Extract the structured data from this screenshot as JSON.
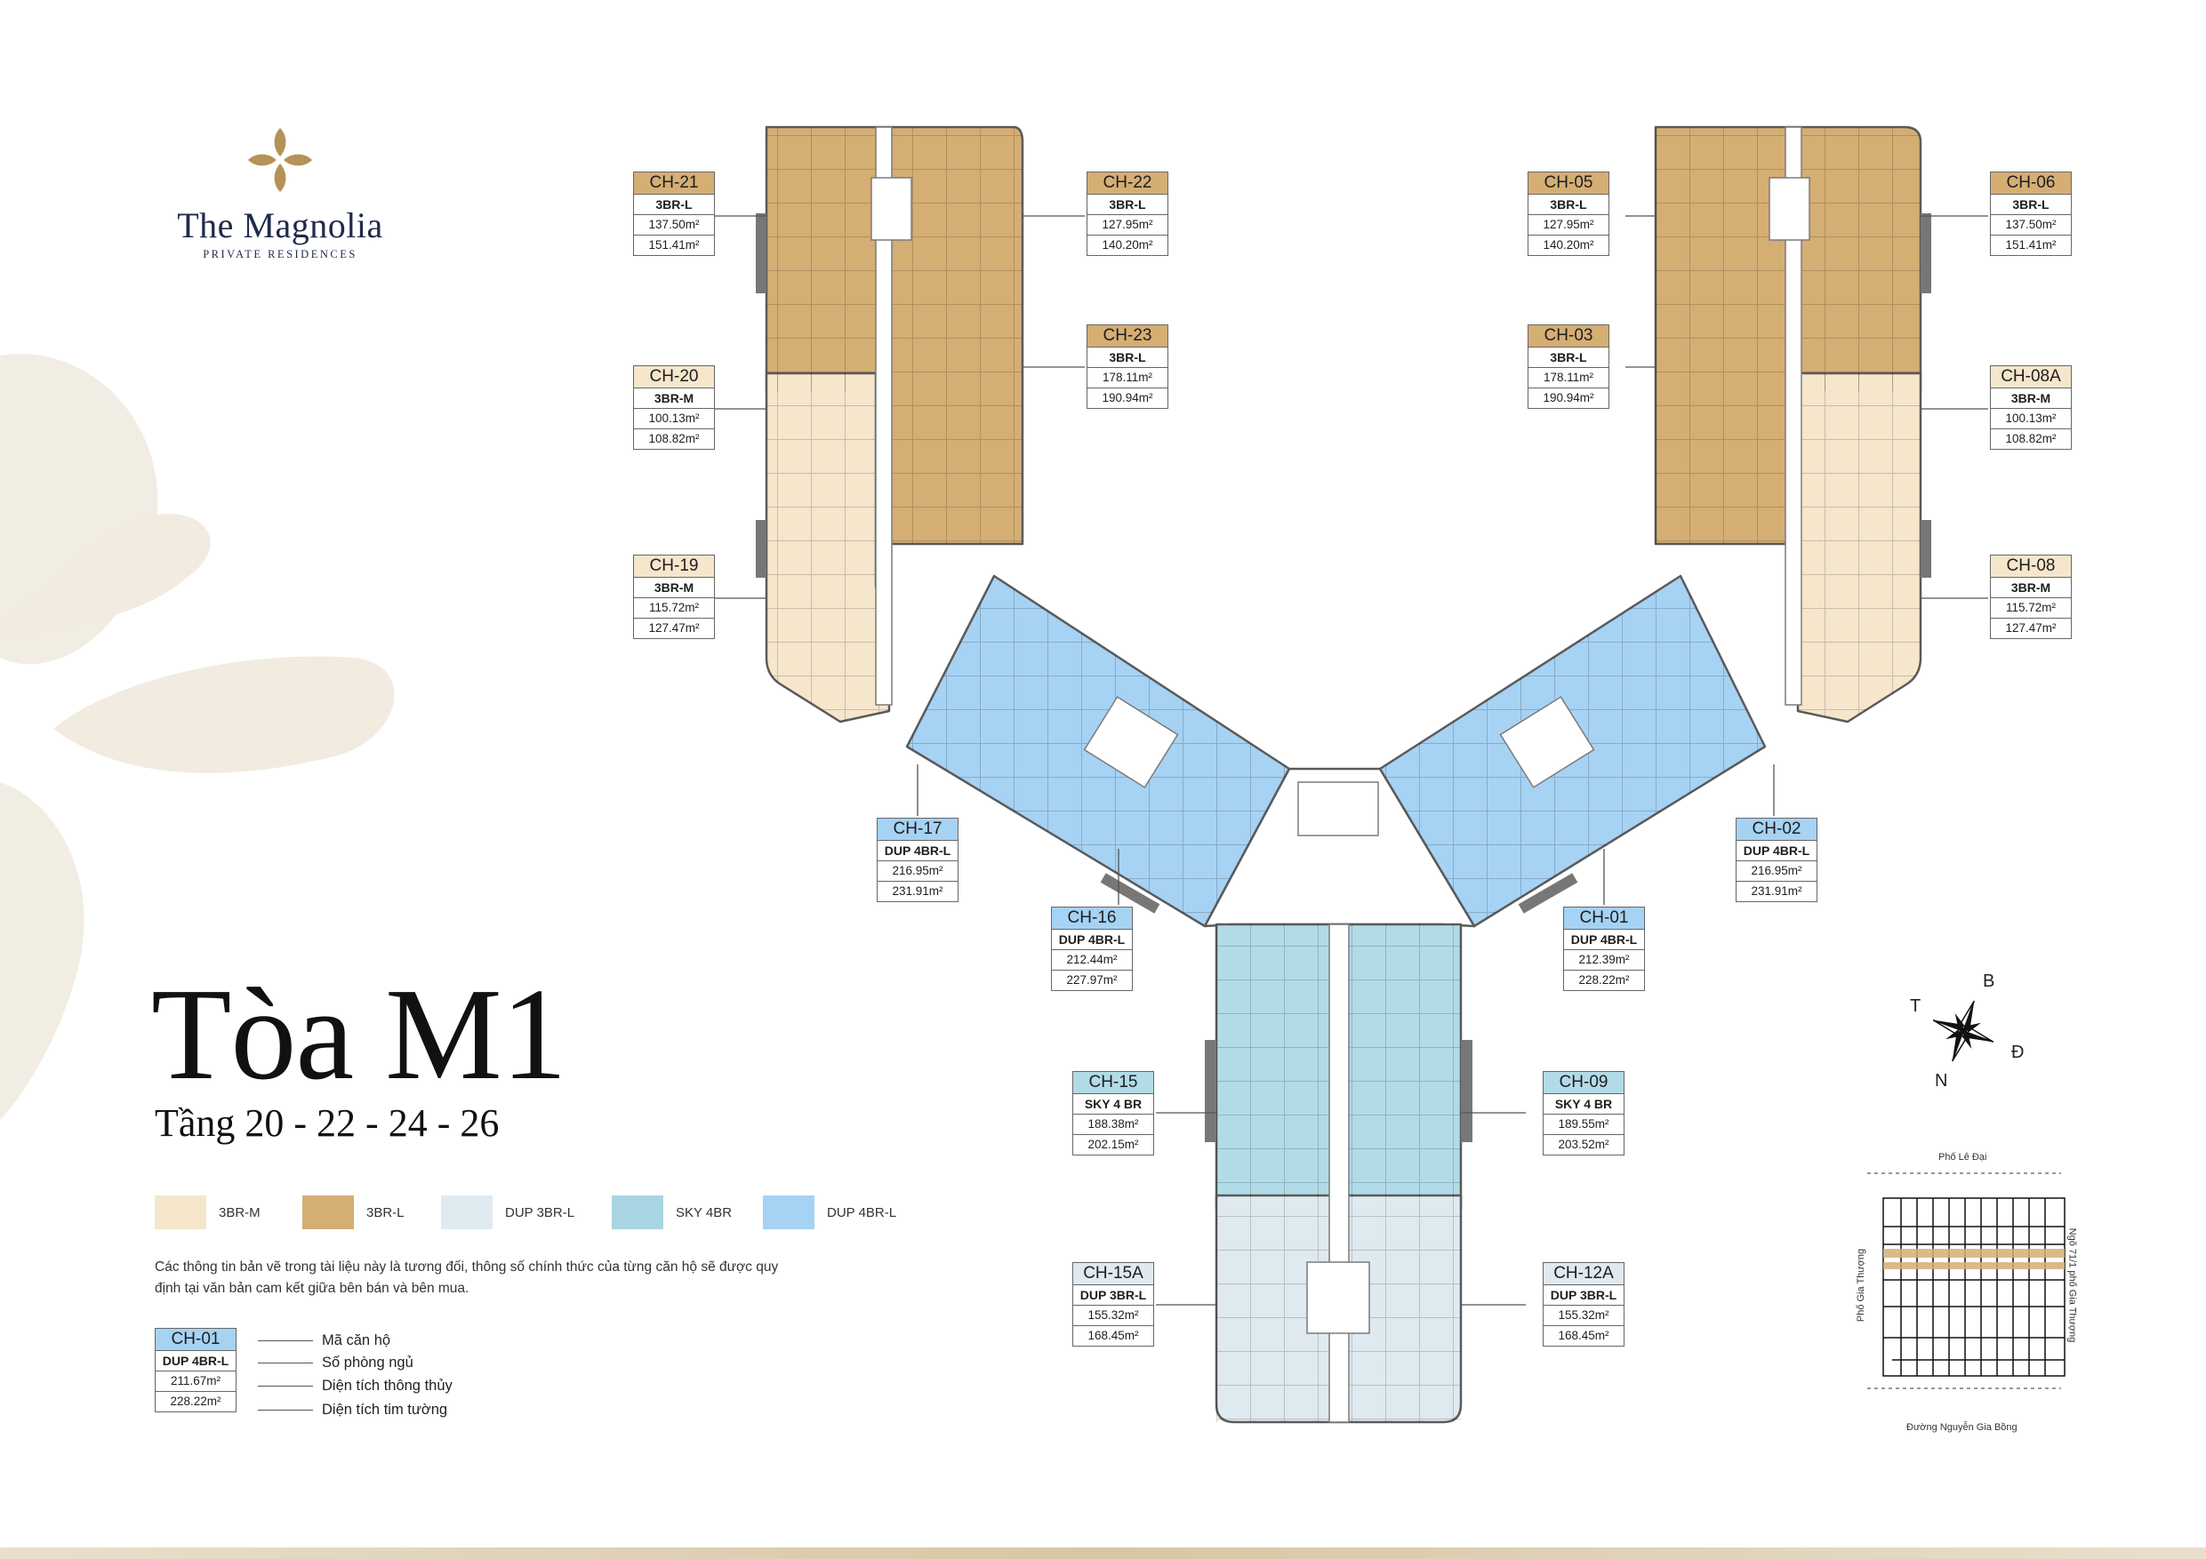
{
  "brand": {
    "name": "The Magnolia",
    "tagline": "PRIVATE RESIDENCES",
    "accent_color": "#b59256",
    "text_color": "#1f2a4a"
  },
  "title": "Tòa M1",
  "subtitle": "Tầng 20 - 22 - 24 - 26",
  "legend": [
    {
      "label": "3BR-M",
      "color": "#f5e6cc"
    },
    {
      "label": "3BR-L",
      "color": "#d5ae74"
    },
    {
      "label": "DUP 3BR-L",
      "color": "#dfeaf0"
    },
    {
      "label": "SKY 4BR",
      "color": "#a9d4e2"
    },
    {
      "label": "DUP 4BR-L",
      "color": "#a6d2f4"
    }
  ],
  "disclaimer": "Các thông tin bản vẽ trong tài liệu này là tương đối, thông số chính thức của từng căn hộ sẽ được quy định tại văn bản cam kết giữa bên bán và bên mua.",
  "key": {
    "card": {
      "code": "CH-01",
      "type": "DUP 4BR-L",
      "area1": "211.67m²",
      "area2": "228.22m²"
    },
    "labels": [
      "Mã căn hộ",
      "Số phòng ngủ",
      "Diện tích thông thủy",
      "Diện tích tim tường"
    ]
  },
  "units": [
    {
      "code": "CH-21",
      "type": "3BR-L",
      "area1": "137.50m²",
      "area2": "151.41m²"
    },
    {
      "code": "CH-22",
      "type": "3BR-L",
      "area1": "127.95m²",
      "area2": "140.20m²"
    },
    {
      "code": "CH-23",
      "type": "3BR-L",
      "area1": "178.11m²",
      "area2": "190.94m²"
    },
    {
      "code": "CH-20",
      "type": "3BR-M",
      "area1": "100.13m²",
      "area2": "108.82m²"
    },
    {
      "code": "CH-19",
      "type": "3BR-M",
      "area1": "115.72m²",
      "area2": "127.47m²"
    },
    {
      "code": "CH-05",
      "type": "3BR-L",
      "area1": "127.95m²",
      "area2": "140.20m²"
    },
    {
      "code": "CH-06",
      "type": "3BR-L",
      "area1": "137.50m²",
      "area2": "151.41m²"
    },
    {
      "code": "CH-03",
      "type": "3BR-L",
      "area1": "178.11m²",
      "area2": "190.94m²"
    },
    {
      "code": "CH-08A",
      "type": "3BR-M",
      "area1": "100.13m²",
      "area2": "108.82m²"
    },
    {
      "code": "CH-08",
      "type": "3BR-M",
      "area1": "115.72m²",
      "area2": "127.47m²"
    },
    {
      "code": "CH-17",
      "type": "DUP 4BR-L",
      "area1": "216.95m²",
      "area2": "231.91m²"
    },
    {
      "code": "CH-16",
      "type": "DUP 4BR-L",
      "area1": "212.44m²",
      "area2": "227.97m²"
    },
    {
      "code": "CH-01",
      "type": "DUP 4BR-L",
      "area1": "212.39m²",
      "area2": "228.22m²"
    },
    {
      "code": "CH-02",
      "type": "DUP 4BR-L",
      "area1": "216.95m²",
      "area2": "231.91m²"
    },
    {
      "code": "CH-15",
      "type": "SKY 4 BR",
      "area1": "188.38m²",
      "area2": "202.15m²"
    },
    {
      "code": "CH-09",
      "type": "SKY 4 BR",
      "area1": "189.55m²",
      "area2": "203.52m²"
    },
    {
      "code": "CH-15A",
      "type": "DUP 3BR-L",
      "area1": "155.32m²",
      "area2": "168.45m²"
    },
    {
      "code": "CH-12A",
      "type": "DUP 3BR-L",
      "area1": "155.32m²",
      "area2": "168.45m²"
    }
  ],
  "compass": {
    "t": "T",
    "b": "B",
    "d": "Đ",
    "n": "N"
  },
  "siteplan": {
    "top": "Phố Lê Đại",
    "bottom": "Đường Nguyễn Gia Bồng",
    "left": "Phố Gia Thượng",
    "right": "Ngõ 71/1 phố Gia Thượng"
  }
}
